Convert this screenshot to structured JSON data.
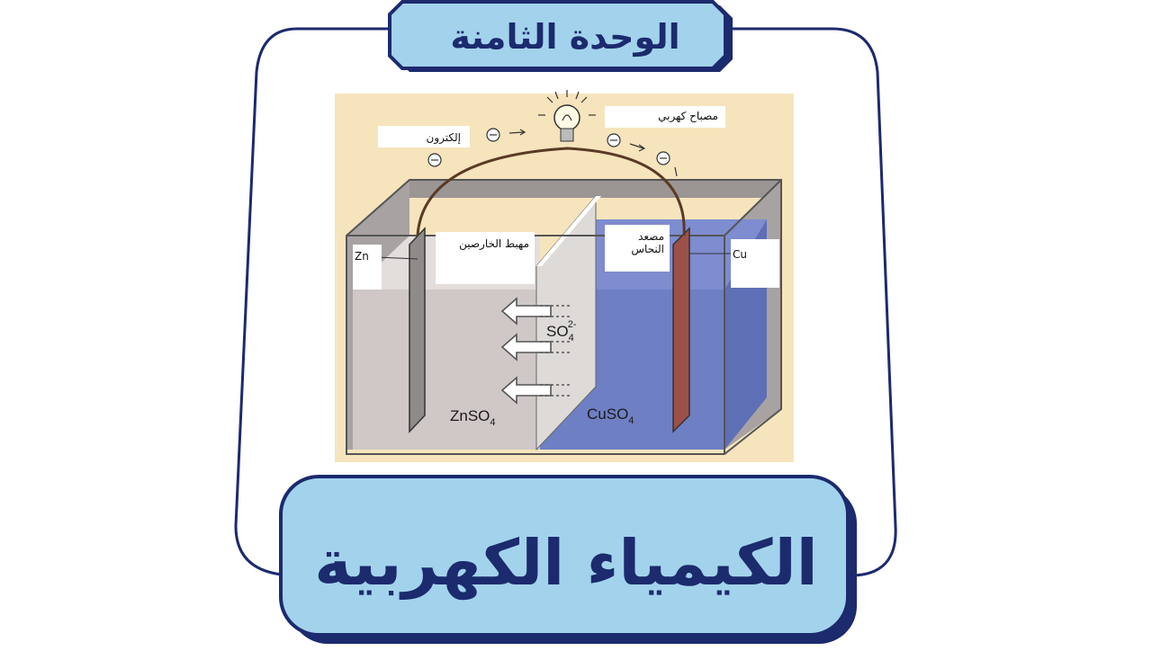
{
  "header": {
    "unit_title": "الوحدة الثامنة"
  },
  "main": {
    "title": "الكيمياء الكهربية"
  },
  "diagram": {
    "lamp_label": "مصباح كهربي",
    "electron_label": "إلكترون",
    "electron_symbol": "⊖",
    "anode_label": "مهبط الخارصين",
    "cathode_label": "مصعد النحاس",
    "zn_label": "Zn",
    "cu_label": "Cu",
    "ion_label": "SO",
    "ion_subscript": "4",
    "ion_charge": "2-",
    "left_solution": "ZnSO",
    "left_solution_sub": "4",
    "right_solution": "CuSO",
    "right_solution_sub": "4"
  },
  "colors": {
    "banner_fill": "#a3d3ec",
    "banner_border": "#1c2a6e",
    "title_text": "#1c2a6e",
    "diagram_background": "#f6e4bd",
    "zinc_solution": "#cfc8c6",
    "copper_solution": "#6f7fc4",
    "copper_electrode": "#9c5048",
    "zinc_electrode": "#8f8b89"
  }
}
